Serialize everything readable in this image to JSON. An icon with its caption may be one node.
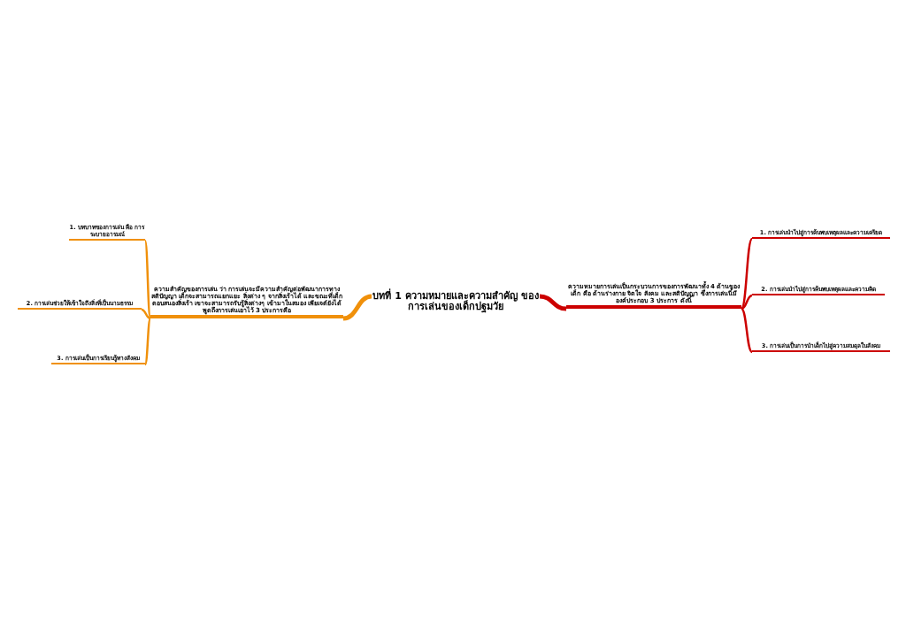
{
  "diagram": {
    "nodes": [
      {
        "text": [
          "บทที่ 1 ความหมายและความสำคัญ ของการเล่นของเด็กปฐมวัย"
        ]
      },
      {
        "text": [
          "ความสำคัญของการเล่น ว่า การเล่นจะมีความสำคัญต่อพัฒนาการทางสติปัญญา เด็กจะสามารถแยกแยะ สิ่งต่าง ๆ จากสิ่งเร้าได้ และขณะที่เด็กตอบสนองสิ่งเร้า เขาจะสามารถรับรู้สิ่งต่างๆ เข้ามาในสมอง เพียเจต์ยังได้พูดถึงการเล่นเอาไว้ 3 ประการคือ"
        ]
      },
      {
        "text": [
          "1. บทบาทของการเล่น คือ การระบายอารมณ์"
        ]
      },
      {
        "text": [
          "2. การเล่นช่วยให้เข้าใจถึงสิ่งที่เป็นนามธรรม"
        ]
      },
      {
        "text": [
          "3. การเล่นเป็นการเรียนรู้ทางสังคม"
        ]
      },
      {
        "text": [
          "ความหมายการเล่นเป็นกระบวนการของการพัฒนาทั้ง 4 ด้านของเด็ก คือ ด้านร่างกาย จิตใจ สังคม และสติปัญญา ซึ่งการเล่นนี้มีองค์ประกอบ 3 ประการ ดังนี้"
        ]
      },
      {
        "text": [
          "1. การเล่นนำไปสู่การค้นพบเหตุผลและความเครียด"
        ]
      },
      {
        "text": [
          "2. การเล่นนำไปสู่การค้นพบเหตุผลและความคิด"
        ]
      },
      {
        "text": [
          "3. การเล่นเป็นการนำเด็กไปสู่ความสมดุลในสังคม"
        ]
      }
    ],
    "edges": [
      {
        "from": 0,
        "to": 1,
        "arrow": "none",
        "style": "thick",
        "color": "#f0900a"
      },
      {
        "from": 1,
        "to": 2,
        "arrow": "none",
        "color": "#f0900a"
      },
      {
        "from": 1,
        "to": 3,
        "arrow": "none",
        "color": "#f0900a"
      },
      {
        "from": 1,
        "to": 4,
        "arrow": "none",
        "color": "#f0900a"
      },
      {
        "from": 0,
        "to": 5,
        "arrow": "none",
        "style": "thick",
        "color": "#cc0000"
      },
      {
        "from": 5,
        "to": 6,
        "arrow": "none",
        "color": "#cc0000"
      },
      {
        "from": 5,
        "to": 7,
        "arrow": "none",
        "color": "#cc0000"
      },
      {
        "from": 5,
        "to": 8,
        "arrow": "none",
        "color": "#cc0000"
      }
    ]
  }
}
